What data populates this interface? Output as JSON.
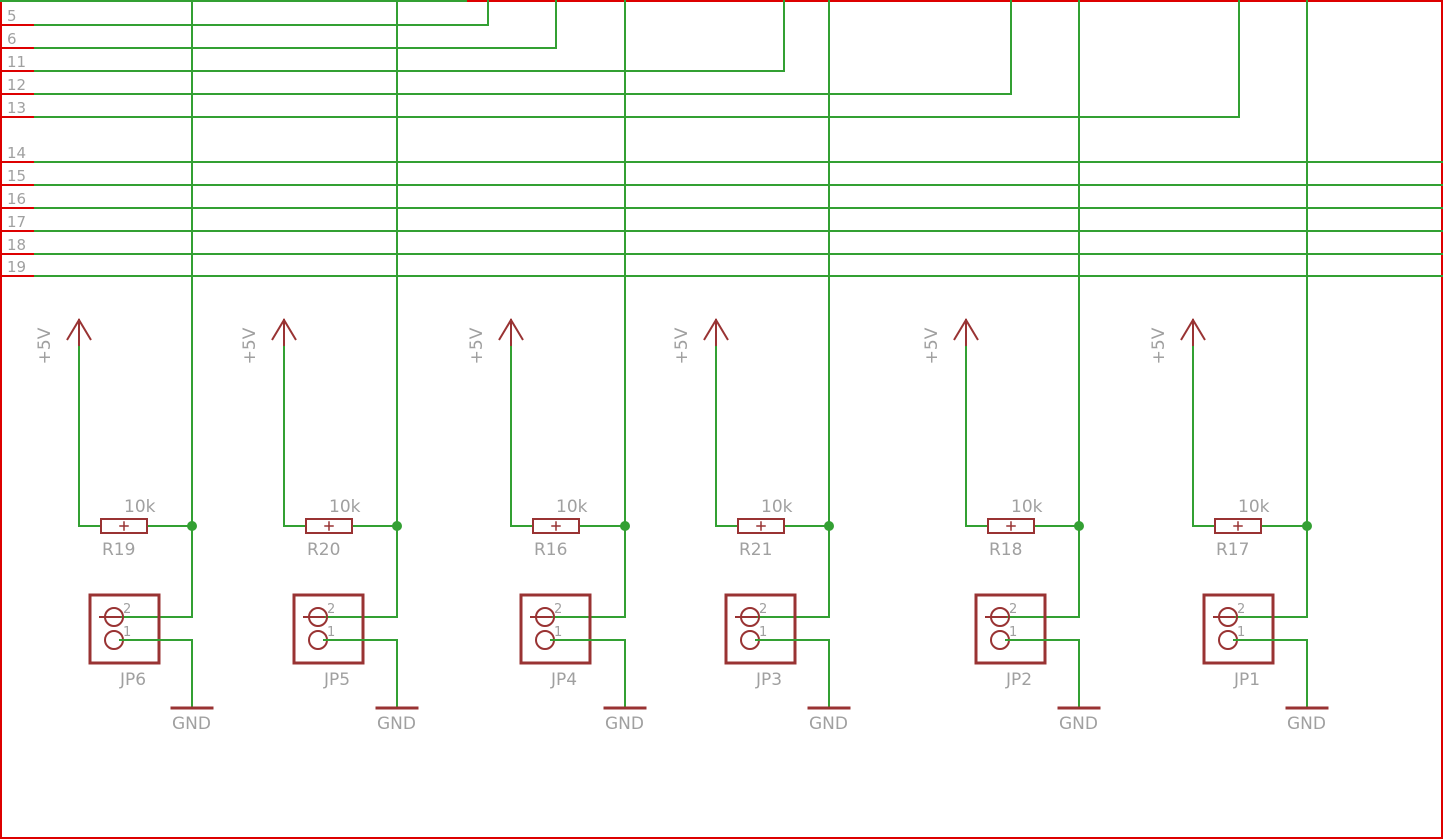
{
  "colors": {
    "wire": "#33a033",
    "symbol": "#993333",
    "label": "#a0a0a0",
    "frame": "#dd0000",
    "junction": "#33a033"
  },
  "bus": {
    "top_lines": [
      {
        "label": "5"
      },
      {
        "label": "6"
      },
      {
        "label": "11"
      },
      {
        "label": "12"
      },
      {
        "label": "13"
      }
    ],
    "full_lines": [
      {
        "label": "14"
      },
      {
        "label": "15"
      },
      {
        "label": "16"
      },
      {
        "label": "17"
      },
      {
        "label": "18"
      },
      {
        "label": "19"
      }
    ]
  },
  "channels": [
    {
      "resistor": "R19",
      "value": "10k",
      "jumper": "JP6",
      "power": "+5V",
      "ground": "GND",
      "pin_top": "2",
      "pin_bottom": "1"
    },
    {
      "resistor": "R20",
      "value": "10k",
      "jumper": "JP5",
      "power": "+5V",
      "ground": "GND",
      "pin_top": "2",
      "pin_bottom": "1"
    },
    {
      "resistor": "R16",
      "value": "10k",
      "jumper": "JP4",
      "power": "+5V",
      "ground": "GND",
      "pin_top": "2",
      "pin_bottom": "1"
    },
    {
      "resistor": "R21",
      "value": "10k",
      "jumper": "JP3",
      "power": "+5V",
      "ground": "GND",
      "pin_top": "2",
      "pin_bottom": "1"
    },
    {
      "resistor": "R18",
      "value": "10k",
      "jumper": "JP2",
      "power": "+5V",
      "ground": "GND",
      "pin_top": "2",
      "pin_bottom": "1"
    },
    {
      "resistor": "R17",
      "value": "10k",
      "jumper": "JP1",
      "power": "+5V",
      "ground": "GND",
      "pin_top": "2",
      "pin_bottom": "1"
    }
  ]
}
